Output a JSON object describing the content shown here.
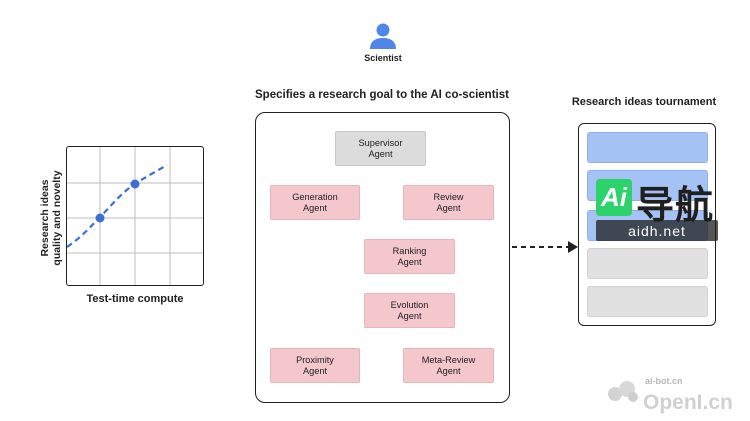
{
  "scientist": {
    "label": "Scientist",
    "icon": "person-icon"
  },
  "left_plot": {
    "y_label_line1": "Research ideas",
    "y_label_line2": "quality and novelty",
    "x_label": "Test-time compute",
    "line_color": "#3b6fd4"
  },
  "center": {
    "title": "Specifies a research goal to the AI co-scientist",
    "agents": {
      "supervisor": {
        "line1": "Supervisor",
        "line2": "Agent"
      },
      "generation": {
        "line1": "Generation",
        "line2": "Agent"
      },
      "review": {
        "line1": "Review",
        "line2": "Agent"
      },
      "ranking": {
        "line1": "Ranking",
        "line2": "Agent"
      },
      "evolution": {
        "line1": "Evolution",
        "line2": "Agent"
      },
      "proximity": {
        "line1": "Proximity",
        "line2": "Agent"
      },
      "meta_review": {
        "line1": "Meta-Review",
        "line2": "Agent"
      }
    }
  },
  "right": {
    "title": "Research ideas tournament",
    "slots": [
      "blue",
      "blue",
      "blue",
      "grey",
      "grey"
    ]
  },
  "watermark": {
    "ai_mark": "Ai",
    "cn_text": "导航",
    "url": "aidh.net",
    "small_text": "ai-bot.cn",
    "big_text": "OpenI.cn"
  },
  "colors": {
    "agent_pink": "#f4c7cd",
    "agent_gray": "#dcdcdc",
    "slot_blue": "#a5c2f4",
    "slot_grey": "#e1e1e1",
    "scientist_blue": "#4f86e8"
  }
}
